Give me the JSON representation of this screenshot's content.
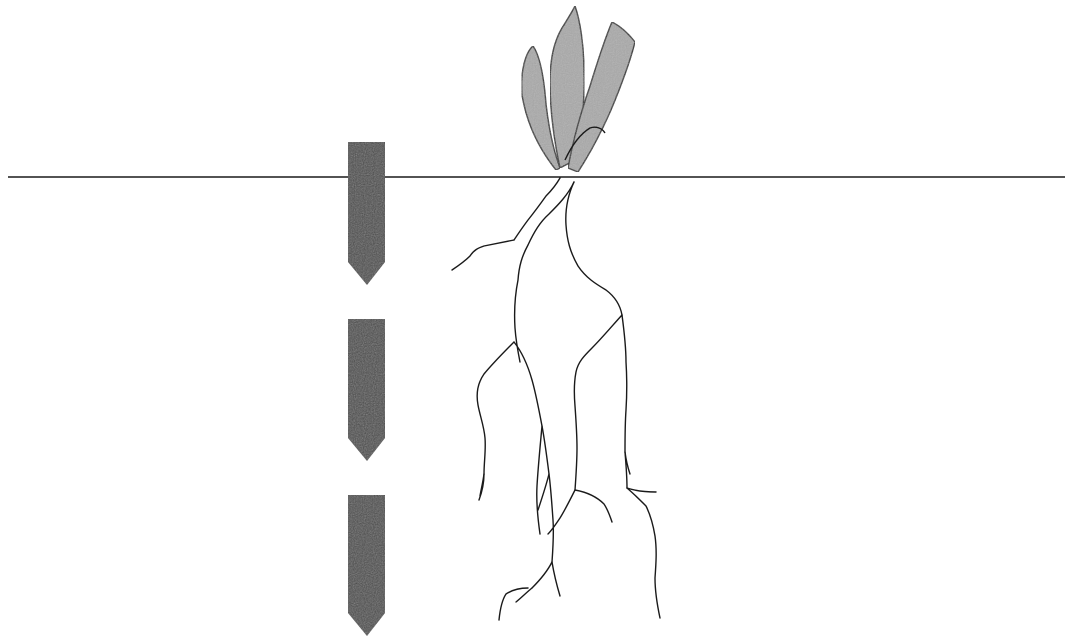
{
  "diagram": {
    "elements": [
      {
        "name": "ground-line",
        "kind": "soil-surface"
      },
      {
        "name": "plant-shoot",
        "kind": "seedling-leaves",
        "leaf_count": 3
      },
      {
        "name": "plant-roots",
        "kind": "root-system"
      },
      {
        "name": "downward-arrow",
        "kind": "arrow",
        "direction": "down",
        "count": 3
      }
    ],
    "colors": {
      "background": "#ffffff",
      "line": "#1a1a1a",
      "leaf_fill": "#a9a9a9",
      "arrow_fill": "#444444"
    }
  }
}
